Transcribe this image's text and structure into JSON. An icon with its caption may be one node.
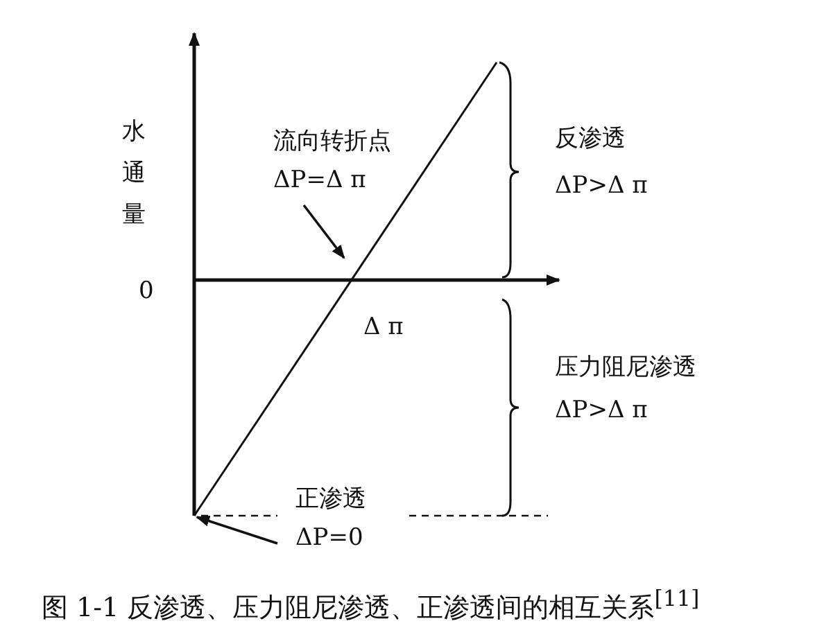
{
  "diagram": {
    "caption": "图 1-1 反渗透、压力阻尼渗透、正渗透间的相互关系$^{[11]}$",
    "nodes": [
      {
        "text": [
          "流向转折点",
          "ΔP=Δ π"
        ]
      },
      {
        "text": [
          "正渗透",
          "ΔP=0"
        ]
      }
    ],
    "edges": [
      {
        "from": 0,
        "to": null,
        "arrow": "to"
      },
      {
        "from": 1,
        "to": null,
        "arrow": "to"
      }
    ],
    "labels": [
      "水通量",
      "0",
      "Δ π",
      "反渗透",
      "ΔP>Δ π",
      "压力阻尼渗透",
      "ΔP>Δ π"
    ]
  }
}
